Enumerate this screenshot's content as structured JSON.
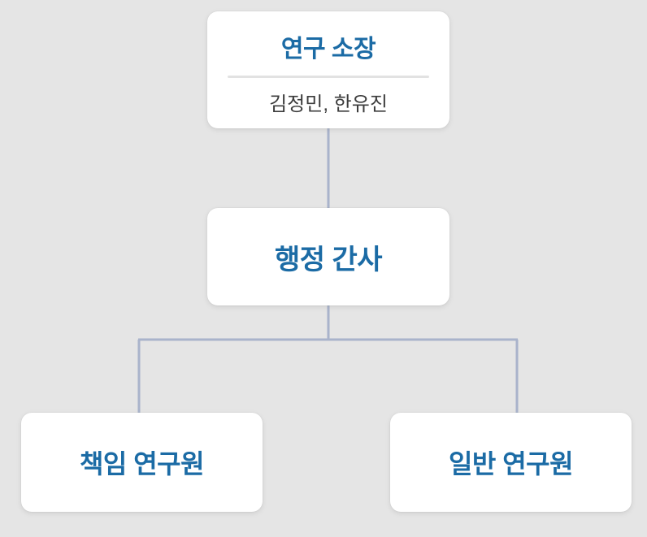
{
  "chart": {
    "type": "org-chart",
    "background_color": "#e5e5e5",
    "accent_color": "#1b6ba5",
    "connector_color": "#a9b3cb",
    "card_color": "#ffffff",
    "subtitle_color": "#3c3c3c",
    "divider_color": "#e2e2e2"
  },
  "nodes": {
    "director": {
      "title": "연구 소장",
      "subtitle": "김정민, 한유진",
      "has_divider": true
    },
    "secretary": {
      "title": "행정 간사",
      "subtitle": "",
      "has_divider": false
    },
    "principal_researcher": {
      "title": "책임 연구원",
      "subtitle": "",
      "has_divider": false
    },
    "general_researcher": {
      "title": "일반 연구원",
      "subtitle": "",
      "has_divider": false
    }
  },
  "edges": [
    {
      "from": "director",
      "to": "secretary"
    },
    {
      "from": "secretary",
      "to": "principal_researcher"
    },
    {
      "from": "secretary",
      "to": "general_researcher"
    }
  ]
}
